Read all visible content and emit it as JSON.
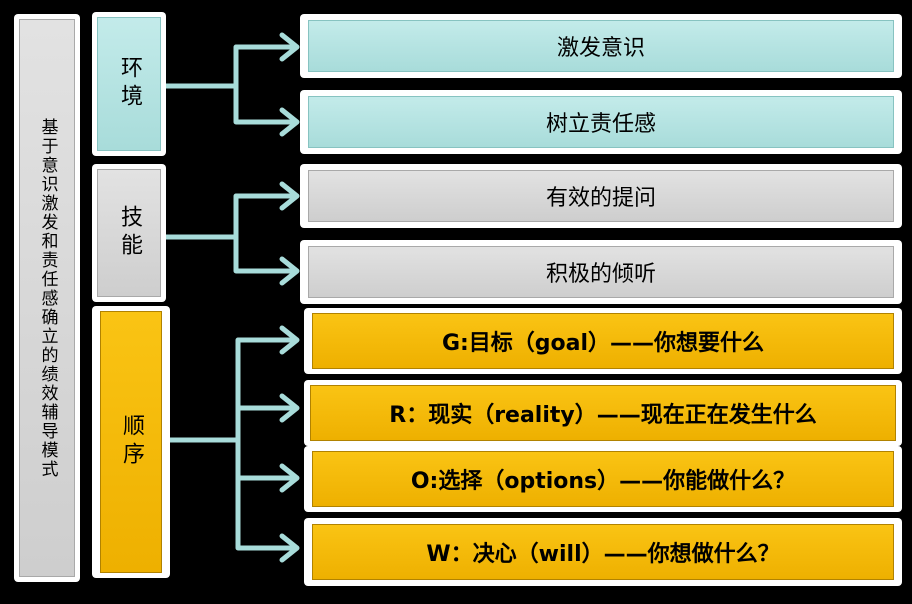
{
  "left_title": "基于意识激发和责任感确立的绩效辅导模式",
  "categories": [
    {
      "label": "环境",
      "items": [
        "激发意识",
        "树立责任感"
      ]
    },
    {
      "label": "技能",
      "items": [
        "有效的提问",
        "积极的倾听"
      ]
    },
    {
      "label": "顺序",
      "items": [
        "G:目标（goal）——你想要什么",
        "R：现实（reality）——现在正在发生什么",
        "O:选择（options）——你能做什么？",
        "W：决心（will）——你想做什么？"
      ]
    }
  ],
  "colors": {
    "teal": "#abdedc",
    "gray": "#d4d4d4",
    "yellow": "#f3b800",
    "connector": "#a8dcda"
  }
}
